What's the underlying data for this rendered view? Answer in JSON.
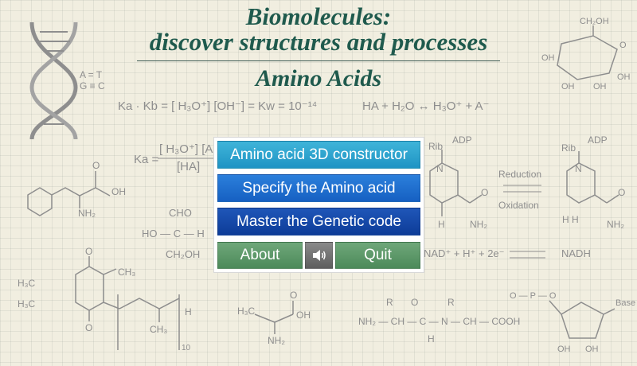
{
  "header": {
    "title_line1": "Biomolecules:",
    "title_line2": "discover structures and processes",
    "subtitle": "Amino Acids"
  },
  "menu": {
    "constructor_label": "Amino acid 3D constructor",
    "specify_label": "Specify the Amino acid",
    "genetic_code_label": "Master the Genetic code",
    "about_label": "About",
    "sound_icon": "speaker-icon",
    "quit_label": "Quit"
  },
  "background": {
    "dna_ta": "A = T",
    "dna_gc": "G ≡ C",
    "sugar_ch2oh": "CH₂OH",
    "sugar_oh": "OH",
    "sugar_o": "O",
    "eq_kw": "Ka · Kb = [ H₃O⁺] [OH⁻] = Kw = 10⁻¹⁴",
    "eq_ha": "HA + H₂O ↔ H₃O⁺ + A⁻",
    "eq_ka_num": "[ H₃O⁺] [A",
    "eq_ka_lhs": "Ka =",
    "eq_ka_den": "[HA]",
    "phe_o": "O",
    "phe_oh": "OH",
    "phe_nh2": "NH₂",
    "gly_cho": "CHO",
    "gly_hoch": "HO — C — H",
    "gly_ch2oh": "CH₂OH",
    "nad_rib": "Rib",
    "nad_adp": "ADP",
    "nad_n": "N",
    "nad_o": "O",
    "nad_nh2": "NH₂",
    "nad_h": "H",
    "reduction": "Reduction",
    "oxidation": "Oxidation",
    "nadh_h": "H  H",
    "redox_eq": "NAD⁺ + H⁺ + 2e⁻",
    "nadh": "NADH",
    "q_h3co": "H₃C",
    "q_ch3": "CH₃",
    "q_o": "O",
    "q_h": "H",
    "q_sub": "10",
    "ala_h3c": "H₃C",
    "ala_o": "O",
    "ala_oh": "OH",
    "ala_nh2": "NH₂",
    "pep_r": "R",
    "pep_chain": "NH₂ — CH — C — N — CH — COOH",
    "pep_h": "H",
    "pep_o": "O",
    "nuc_base": "Base",
    "nuc_p": "O — P — O",
    "nuc_oh": "OH"
  }
}
